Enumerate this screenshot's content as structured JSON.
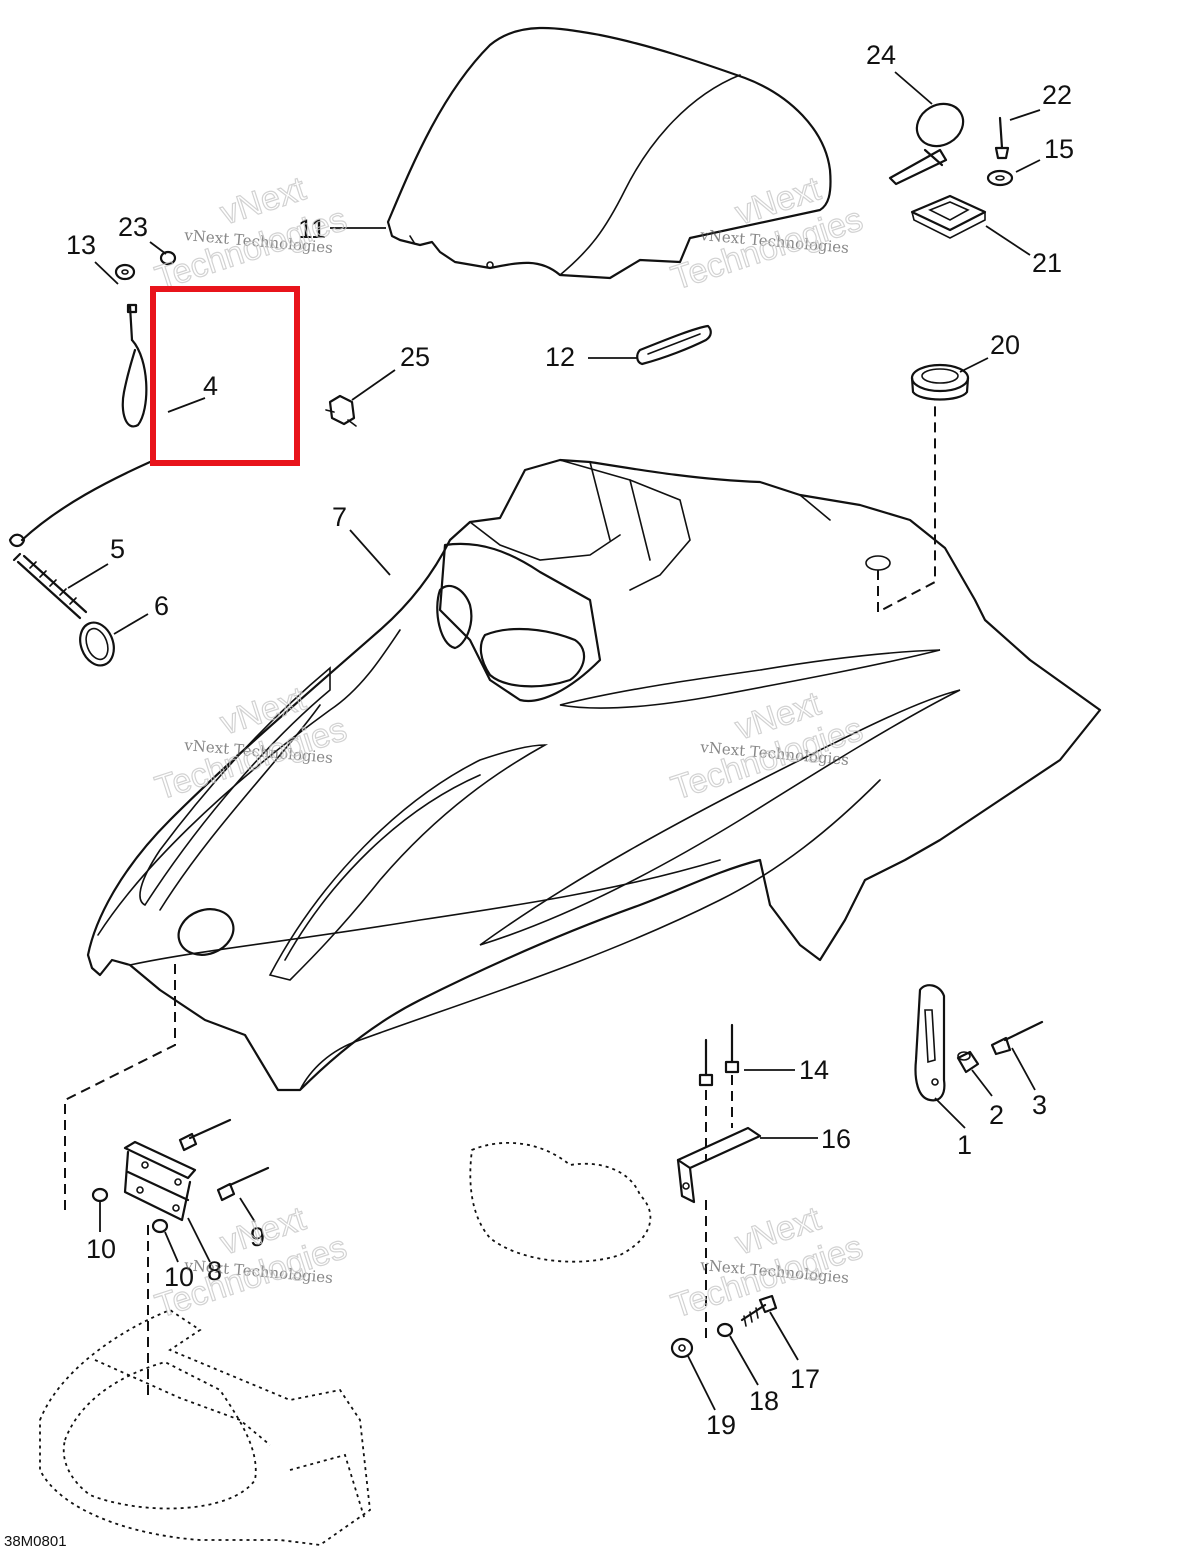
{
  "diagram": {
    "drawing_code": "38M0801",
    "watermark": {
      "line1": "vNext",
      "line2": "vNext Technologies",
      "line3": "Technologies"
    },
    "callouts": {
      "c1": "1",
      "c2": "2",
      "c3": "3",
      "c4": "4",
      "c5": "5",
      "c6": "6",
      "c7": "7",
      "c8": "8",
      "c9": "9",
      "c10a": "10",
      "c10b": "10",
      "c11": "11",
      "c12": "12",
      "c13": "13",
      "c14": "14",
      "c15": "15",
      "c16": "16",
      "c17": "17",
      "c18": "18",
      "c19": "19",
      "c20": "20",
      "c21": "21",
      "c22": "22",
      "c23": "23",
      "c24": "24",
      "c25": "25"
    },
    "highlight_color": "#e8141b"
  }
}
